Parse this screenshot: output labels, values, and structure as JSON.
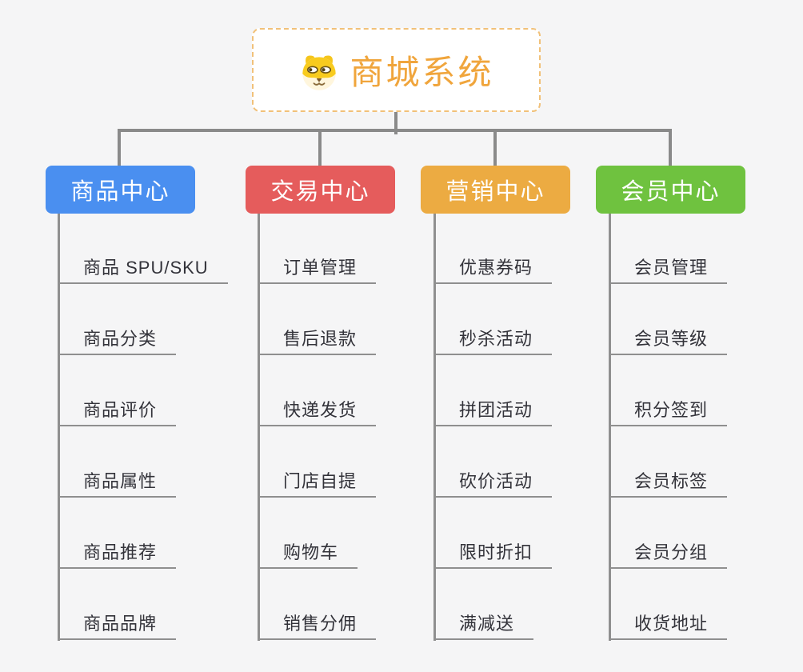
{
  "canvas": {
    "background": "#f5f5f6",
    "connector_color": "#8a8a8a"
  },
  "root": {
    "title": "商城系统",
    "icon": "dog-face-icon",
    "title_color": "#f0a53c",
    "border_color": "#f1c179"
  },
  "branches": [
    {
      "label": "商品中心",
      "color": "#4a8ff0",
      "children": [
        "商品 SPU/SKU",
        "商品分类",
        "商品评价",
        "商品属性",
        "商品推荐",
        "商品品牌"
      ]
    },
    {
      "label": "交易中心",
      "color": "#e55c5c",
      "children": [
        "订单管理",
        "售后退款",
        "快递发货",
        "门店自提",
        "购物车",
        "销售分佣"
      ]
    },
    {
      "label": "营销中心",
      "color": "#ecab42",
      "children": [
        "优惠券码",
        "秒杀活动",
        "拼团活动",
        "砍价活动",
        "限时折扣",
        "满减送"
      ]
    },
    {
      "label": "会员中心",
      "color": "#6fc23f",
      "children": [
        "会员管理",
        "会员等级",
        "积分签到",
        "会员标签",
        "会员分组",
        "收货地址"
      ]
    }
  ]
}
